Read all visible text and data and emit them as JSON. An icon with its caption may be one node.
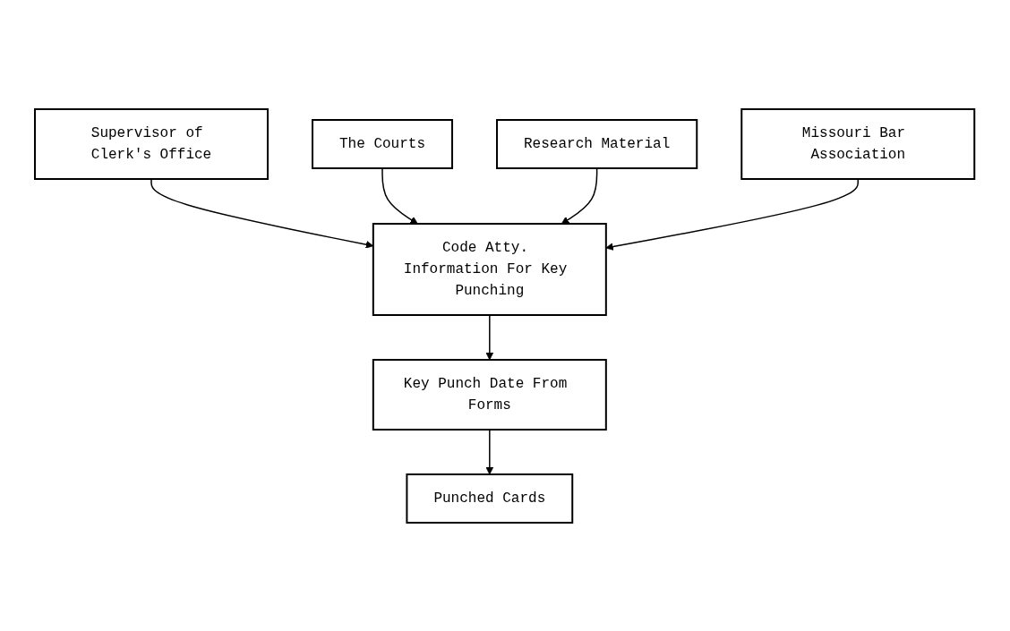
{
  "diagram": {
    "nodes": [
      {
        "text": [
          "Supervisor of Clerk's Office"
        ]
      },
      {
        "text": [
          "The Courts"
        ]
      },
      {
        "text": [
          "Research Material"
        ]
      },
      {
        "text": [
          "Missouri Bar Association"
        ]
      },
      {
        "text": [
          "Code Atty. Information For Key Punching"
        ]
      },
      {
        "text": [
          "Key Punch Date From Forms"
        ]
      },
      {
        "text": [
          "Punched Cards"
        ]
      }
    ],
    "edges": [
      {
        "from": 0,
        "to": 4,
        "arrow": "to"
      },
      {
        "from": 1,
        "to": 4,
        "arrow": "to"
      },
      {
        "from": 2,
        "to": 4,
        "arrow": "to"
      },
      {
        "from": 3,
        "to": 4,
        "arrow": "to"
      },
      {
        "from": 4,
        "to": 5,
        "arrow": "to"
      },
      {
        "from": 5,
        "to": 6,
        "arrow": "to"
      }
    ]
  }
}
